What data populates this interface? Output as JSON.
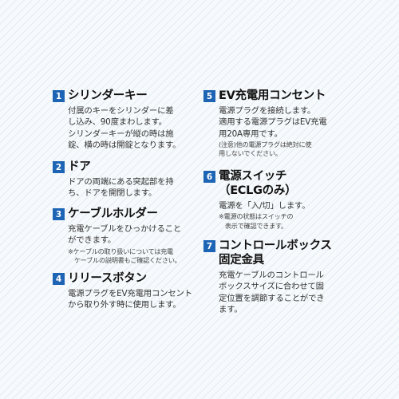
{
  "items": [
    {
      "number": "1",
      "title": "シリンダーキー",
      "body": "付属のキーをシリンダーに差\nし込み、90度まわします。\nシリンダーキーが縦の時は施\n錠、横の時は開錠となります。",
      "note": ""
    },
    {
      "number": "2",
      "title": "ドア",
      "body": "ドアの両端にある突起部を持\nち、ドアを開閉します。",
      "note": ""
    },
    {
      "number": "3",
      "title": "ケーブルホルダー",
      "body": "充電ケーブルをひっかけること\nができます。",
      "note": "※ケーブルの取り扱いについては充電\n　ケーブルの説明書もご確認ください。"
    },
    {
      "number": "4",
      "title": "リリースボタン",
      "body": "電源プラグをEV充電用コンセント\nから取り外す時に使用します。",
      "note": ""
    },
    {
      "number": "5",
      "title": "EV充電用コンセント",
      "body": "電源プラグを接続します。\n適用する電源プラグはEV充電\n用20A専用です。",
      "note": "(注意)他の電源プラグは絶対に使\n用しないでください。"
    },
    {
      "number": "6",
      "title": "電源スイッチ\n（ECLGのみ）",
      "body": "電源を「入/切」します。",
      "note": "※電源の状態はスイッチの\n　表示で確認できます。"
    },
    {
      "number": "7",
      "title": "コントロールボックス\n固定金具",
      "body": "充電ケーブルのコントロール\nボックスサイズに合わせて固\n定位置を調節することができ\nます。",
      "note": ""
    }
  ]
}
